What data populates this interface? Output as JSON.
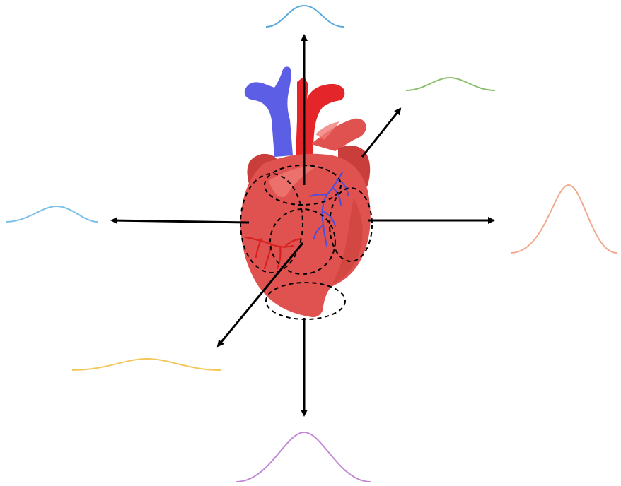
{
  "figure": {
    "center_object": "anatomical-heart",
    "arrow_color": "#000000",
    "region_outline_style": "dashed",
    "arrow_count": 6,
    "region_count": 5
  },
  "curves": [
    {
      "direction": "up",
      "color": "#5aa9dc"
    },
    {
      "direction": "up-right",
      "color": "#8cc06a"
    },
    {
      "direction": "right",
      "color": "#f2a98e"
    },
    {
      "direction": "down",
      "color": "#c08ad6"
    },
    {
      "direction": "down-left",
      "color": "#f2c85a"
    },
    {
      "direction": "left",
      "color": "#7cc0ea"
    }
  ],
  "heart_colors": {
    "muscle": "#e0524f",
    "muscle_dark": "#c93e3b",
    "highlight": "#f07b74",
    "aorta": "#e4262a",
    "vena_cava": "#5c5ee6",
    "vessels_red": "#d8201f",
    "vessels_blue": "#4a4de0"
  }
}
